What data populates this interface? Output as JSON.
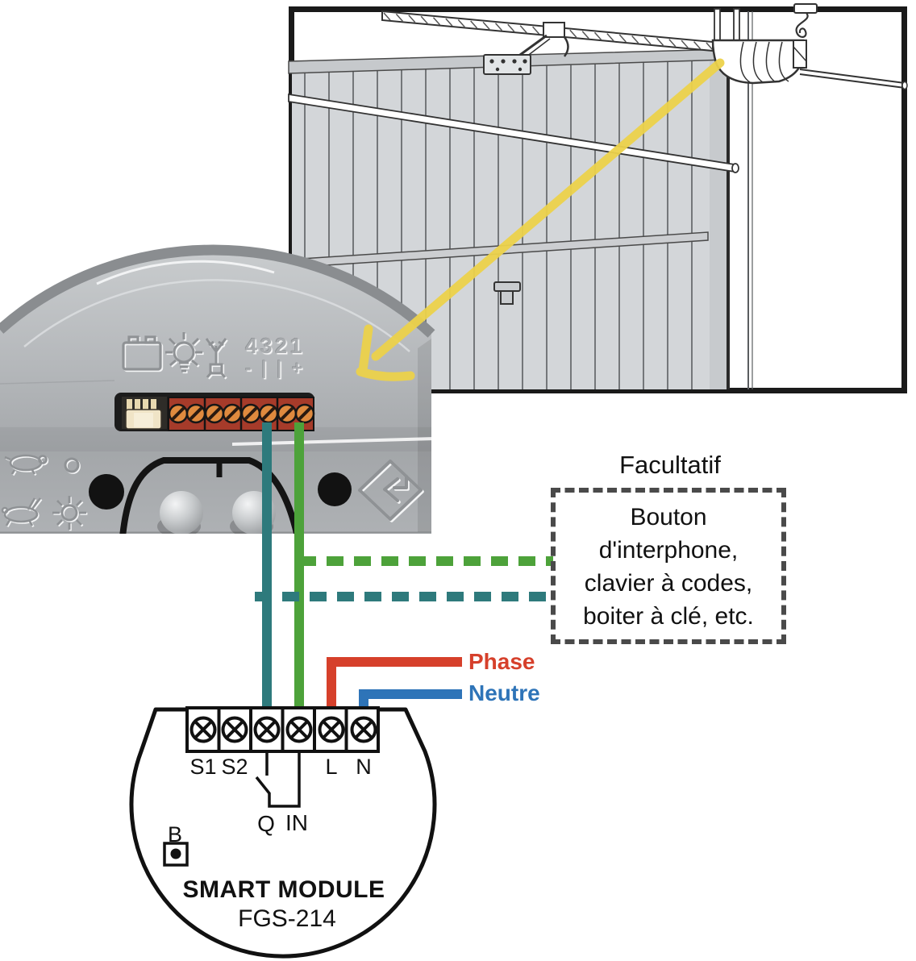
{
  "optional_accessories": {
    "title": "Facultatif",
    "lines": [
      "Bouton",
      "d'interphone,",
      "clavier à codes,",
      "boiter à clé, etc."
    ]
  },
  "power_labels": {
    "phase": "Phase",
    "neutral": "Neutre"
  },
  "opener_panel": {
    "channels": "4321",
    "polarity": "- | | +"
  },
  "smart_module": {
    "name": "SMART MODULE",
    "model": "FGS-214",
    "terminals": {
      "t1": "S1",
      "t2": "S2",
      "t5": "L",
      "t6": "N"
    },
    "output_label": "Q",
    "input_label": "IN",
    "button_label": "B"
  },
  "colors": {
    "phase_red": "#d6402b",
    "neutral_blue": "#2e74b8",
    "wire_green": "#4da23a",
    "wire_teal": "#2e7a7c",
    "arrow_yellow": "#ecd24b",
    "dashed_box_gray": "#4a4a4a"
  }
}
